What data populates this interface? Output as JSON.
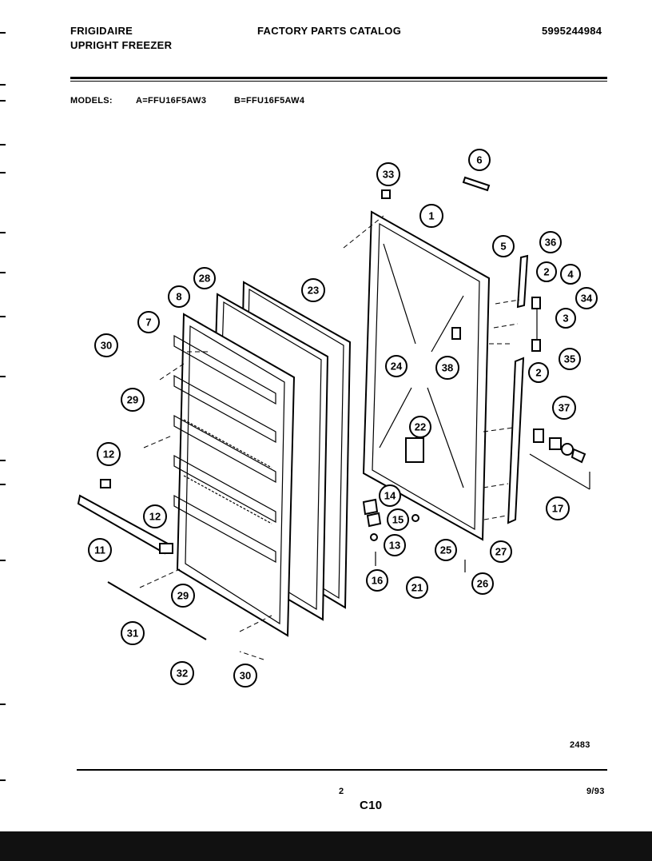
{
  "header": {
    "brand": "FRIGIDAIRE",
    "product": "UPRIGHT FREEZER",
    "catalog_title": "FACTORY PARTS CATALOG",
    "catalog_number": "5995244984"
  },
  "models": {
    "label": "MODELS:",
    "model_a": "A=FFU16F5AW3",
    "model_b": "B=FFU16F5AW4"
  },
  "callouts": [
    "1",
    "2",
    "2",
    "3",
    "4",
    "5",
    "6",
    "7",
    "8",
    "11",
    "12",
    "12",
    "13",
    "14",
    "15",
    "16",
    "17",
    "21",
    "22",
    "23",
    "24",
    "25",
    "26",
    "27",
    "28",
    "29",
    "29",
    "30",
    "30",
    "31",
    "32",
    "33",
    "34",
    "35",
    "36",
    "37",
    "38"
  ],
  "footer": {
    "drawing_number": "2483",
    "page_number": "2",
    "section": "C10",
    "date": "9/93"
  }
}
